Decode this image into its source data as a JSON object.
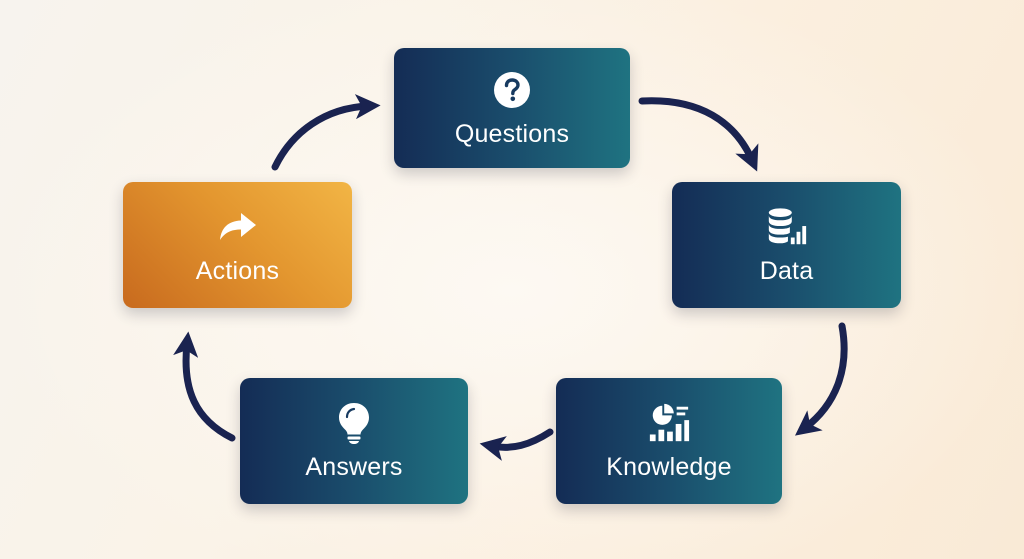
{
  "diagram": {
    "type": "cycle",
    "direction": "clockwise",
    "nodes": [
      {
        "id": "questions",
        "label": "Questions",
        "icon": "question-circle-icon",
        "color": "#1b4a6b"
      },
      {
        "id": "data",
        "label": "Data",
        "icon": "database-chart-icon",
        "color": "#1b4a6b"
      },
      {
        "id": "knowledge",
        "label": "Knowledge",
        "icon": "pie-bar-chart-icon",
        "color": "#1b4a6b"
      },
      {
        "id": "answers",
        "label": "Answers",
        "icon": "lightbulb-icon",
        "color": "#1b4a6b"
      },
      {
        "id": "actions",
        "label": "Actions",
        "icon": "share-arrow-icon",
        "color": "#e08f2d"
      }
    ],
    "edges": [
      {
        "from": "questions",
        "to": "data"
      },
      {
        "from": "data",
        "to": "knowledge"
      },
      {
        "from": "knowledge",
        "to": "answers"
      },
      {
        "from": "answers",
        "to": "actions"
      },
      {
        "from": "actions",
        "to": "questions"
      }
    ],
    "arrow_color": "#1a2350"
  }
}
